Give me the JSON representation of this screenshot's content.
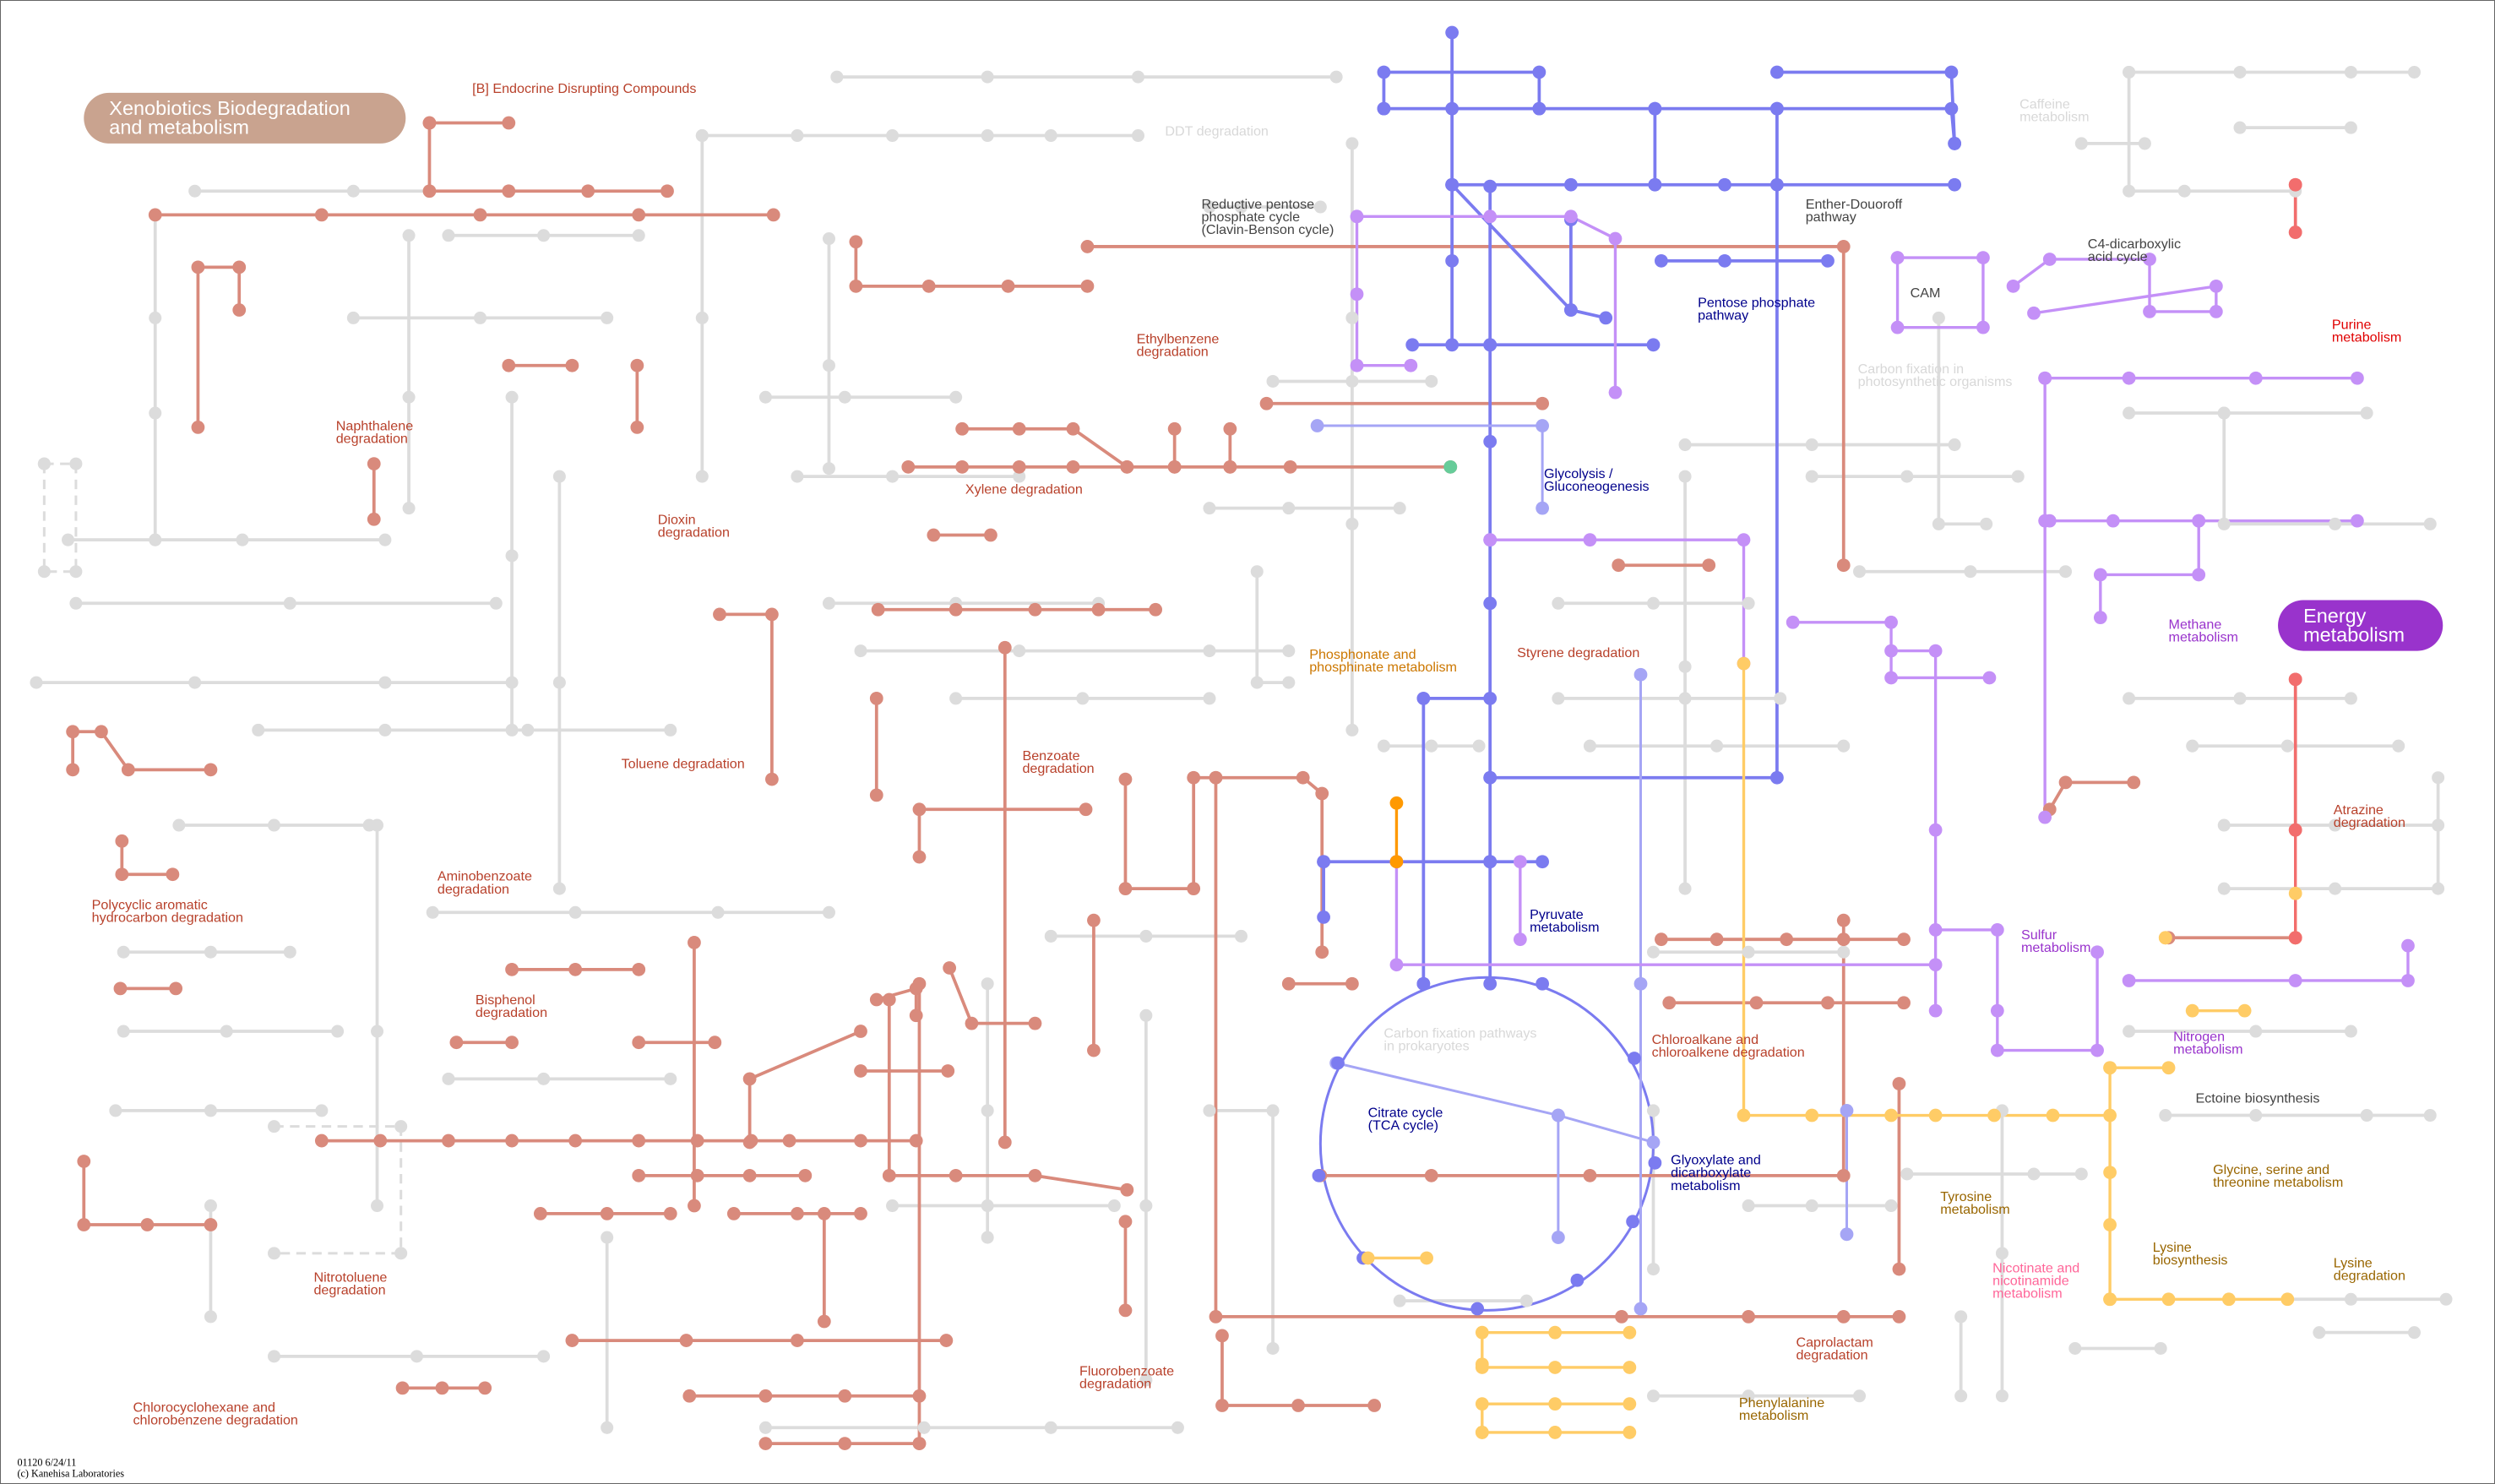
{
  "map": {
    "labels": {
      "xenobiotics_badge": [
        "Xenobiotics Biodegradation",
        "and metabolism"
      ],
      "endocrine": [
        "[B] Endocrine Disrupting Compounds"
      ],
      "ddt": [
        "DDT degradation"
      ],
      "caffeine": [
        "Caffeine",
        "metabolism"
      ],
      "reductive_pentose": [
        "Reductive pentose",
        "phosphate cycle",
        "(Clavin-Benson cycle)"
      ],
      "entner": [
        "Enther-Douoroff",
        "pathway"
      ],
      "c4": [
        "C4-dicarboxylic",
        "acid cycle"
      ],
      "cam": [
        "CAM"
      ],
      "pentose": [
        "Pentose phosphate",
        "pathway"
      ],
      "purine": [
        "Purine",
        "metabolism"
      ],
      "carbon_fix_photo": [
        "Carbon fixation in",
        "photosynthetic organisms"
      ],
      "ethylbenzene": [
        "Ethylbenzene",
        "degradation"
      ],
      "naphthalene": [
        "Naphthalene",
        "degradation"
      ],
      "glycolysis": [
        "Glycolysis /",
        "Gluconeogenesis"
      ],
      "xylene": [
        "Xylene degradation"
      ],
      "dioxin": [
        "Dioxin",
        "degradation"
      ],
      "energy_badge": [
        "Energy",
        "metabolism"
      ],
      "methane": [
        "Methane",
        "metabolism"
      ],
      "phosphonate": [
        "Phosphonate and",
        "phosphinate metabolism"
      ],
      "styrene": [
        "Styrene degradation"
      ],
      "toluene": [
        "Toluene degradation"
      ],
      "benzoate": [
        "Benzoate",
        "degradation"
      ],
      "atrazine": [
        "Atrazine",
        "degradation"
      ],
      "aminobenzoate": [
        "Aminobenzoate",
        "degradation"
      ],
      "pah": [
        "Polycyclic aromatic",
        "hydrocarbon degradation"
      ],
      "pyruvate": [
        "Pyruvate",
        "metabolism"
      ],
      "sulfur": [
        "Sulfur",
        "metabolism"
      ],
      "bisphenol": [
        "Bisphenol",
        "degradation"
      ],
      "carbon_fix_prok": [
        "Carbon fixation pathways",
        "in prokaryotes"
      ],
      "chloroalkane": [
        "Chloroalkane and",
        "chloroalkene degradation"
      ],
      "nitrogen": [
        "Nitrogen",
        "metabolism"
      ],
      "ectoine": [
        "Ectoine biosynthesis"
      ],
      "tca": [
        "Citrate cycle",
        "(TCA cycle)"
      ],
      "glyoxylate": [
        "Glyoxylate and",
        "dicarboxylate",
        "metabolism"
      ],
      "glycine": [
        "Glycine, serine and",
        "threonine metabolism"
      ],
      "tyrosine": [
        "Tyrosine",
        "metabolism"
      ],
      "lysine_bio": [
        "Lysine",
        "biosynthesis"
      ],
      "nicotinate": [
        "Nicotinate and",
        "nicotinamide",
        "metabolism"
      ],
      "lysine_deg": [
        "Lysine",
        "degradation"
      ],
      "nitrotoluene": [
        "Nitrotoluene",
        "degradation"
      ],
      "caprolactam": [
        "Caprolactam",
        "degradation"
      ],
      "fluorobenzoate": [
        "Fluorobenzoate",
        "degradation"
      ],
      "phenylalanine": [
        "Phenylalanine",
        "metabolism"
      ],
      "chlorocyclohexane": [
        "Chlorocyclohexane and",
        "chlorobenzene degradation"
      ]
    },
    "footer": {
      "map_id": "01120 6/24/11",
      "copyright": "(c) Kanehisa Laboratories"
    }
  },
  "colors": {
    "xenobiotics": "#d98a7c",
    "carbohydrate": "#7b7bf0",
    "energy": "#c490f7",
    "amino_acid": "#ffcc66",
    "nucleotide": "#f26d6d",
    "inactive": "#dcdcdc",
    "xenobiotics_badge": "#c9a38f",
    "energy_badge": "#9933cc"
  }
}
